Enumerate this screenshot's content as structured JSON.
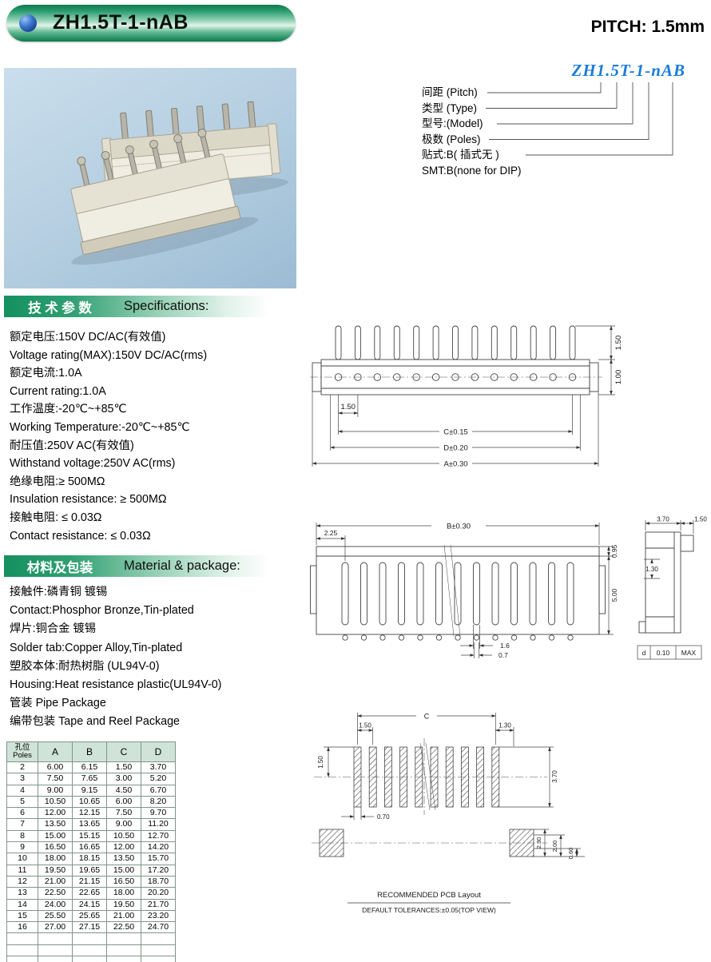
{
  "header": {
    "part_number": "ZH1.5T-1-nAB",
    "pitch_label": "PITCH: 1.5mm"
  },
  "part_code": {
    "title": "ZH1.5T-1-nAB",
    "labels": [
      "间距 (Pitch)",
      "类型 (Type)",
      "型号:(Model)",
      "极数 (Poles)",
      "贴式:B( 插式无 )",
      "SMT:B(none for DIP)"
    ]
  },
  "specifications": {
    "heading_cn": "技 术 参 数",
    "heading_en": "Specifications:",
    "items": [
      "额定电压:150V DC/AC(有效值)",
      "Voltage rating(MAX):150V DC/AC(rms)",
      "额定电流:1.0A",
      "Current rating:1.0A",
      "工作温度:-20℃~+85℃",
      "Working Temperature:-20℃~+85℃",
      "耐压值:250V AC(有效值)",
      "Withstand voltage:250V AC(rms)",
      "绝缘电阻:≥ 500MΩ",
      "Insulation resistance: ≥ 500MΩ",
      "接触电阻: ≤ 0.03Ω",
      "Contact resistance: ≤ 0.03Ω"
    ]
  },
  "materials": {
    "heading_cn": "材料及包装",
    "heading_en": "Material & package:",
    "items": [
      "接触件:磷青铜 镀锡",
      "Contact:Phosphor Bronze,Tin-plated",
      "焊片:铜合金 镀锡",
      "Solder tab:Copper Alloy,Tin-plated",
      "塑胶本体:耐热树脂 (UL94V-0)",
      "Housing:Heat resistance plastic(UL94V-0)",
      "管装 Pipe Package",
      "编带包装 Tape and Reel Package"
    ]
  },
  "poles_table": {
    "header": {
      "col0_cn": "孔位",
      "col0_en": "Poles",
      "cols": [
        "A",
        "B",
        "C",
        "D"
      ]
    },
    "rows": [
      [
        "2",
        "6.00",
        "6.15",
        "1.50",
        "3.70"
      ],
      [
        "3",
        "7.50",
        "7.65",
        "3.00",
        "5.20"
      ],
      [
        "4",
        "9.00",
        "9.15",
        "4.50",
        "6.70"
      ],
      [
        "5",
        "10.50",
        "10.65",
        "6.00",
        "8.20"
      ],
      [
        "6",
        "12.00",
        "12.15",
        "7.50",
        "9.70"
      ],
      [
        "7",
        "13.50",
        "13.65",
        "9.00",
        "11.20"
      ],
      [
        "8",
        "15.00",
        "15.15",
        "10.50",
        "12.70"
      ],
      [
        "9",
        "16.50",
        "16.65",
        "12.00",
        "14.20"
      ],
      [
        "10",
        "18.00",
        "18.15",
        "13.50",
        "15.70"
      ],
      [
        "11",
        "19.50",
        "19.65",
        "15.00",
        "17.20"
      ],
      [
        "12",
        "21.00",
        "21.15",
        "16.50",
        "18.70"
      ],
      [
        "13",
        "22.50",
        "22.65",
        "18.00",
        "20.20"
      ],
      [
        "14",
        "24.00",
        "24.15",
        "19.50",
        "21.70"
      ],
      [
        "15",
        "25.50",
        "25.65",
        "21.00",
        "23.20"
      ],
      [
        "16",
        "27.00",
        "27.15",
        "22.50",
        "24.70"
      ]
    ],
    "empty_row_count": 3
  },
  "drawing_front": {
    "pitch": "1.50",
    "dim_c": "C±0.15",
    "dim_d": "D±0.20",
    "dim_a": "A±0.30",
    "height_top": "1.50",
    "height_bottom": "1.00"
  },
  "drawing_top": {
    "dim_b": "B±0.30",
    "dim_left": "2.25",
    "dim_lip": "0.95",
    "dim_depth": "5.00",
    "dim_slot": "1.6",
    "dim_pin": "0.7",
    "side_width": "3.70",
    "side_tab": "1.50",
    "side_notch": "1.30",
    "tol_label": "d",
    "tol_value": "0.10",
    "tol_max": "MAX"
  },
  "drawing_pcb": {
    "dim_c": "C",
    "pitch": "1.50",
    "dim_end": "1.30",
    "pad_height": "1.50",
    "pad_width": "0.70",
    "dim_row_height": "3.70",
    "dim_230": "2.30",
    "dim_200": "2.00",
    "dim_060": "0.60",
    "caption_title": "RECOMMENDED PCB Layout",
    "caption_tolerance": "DEFAULT TOLERANCES:±0.05(TOP VIEW)"
  }
}
